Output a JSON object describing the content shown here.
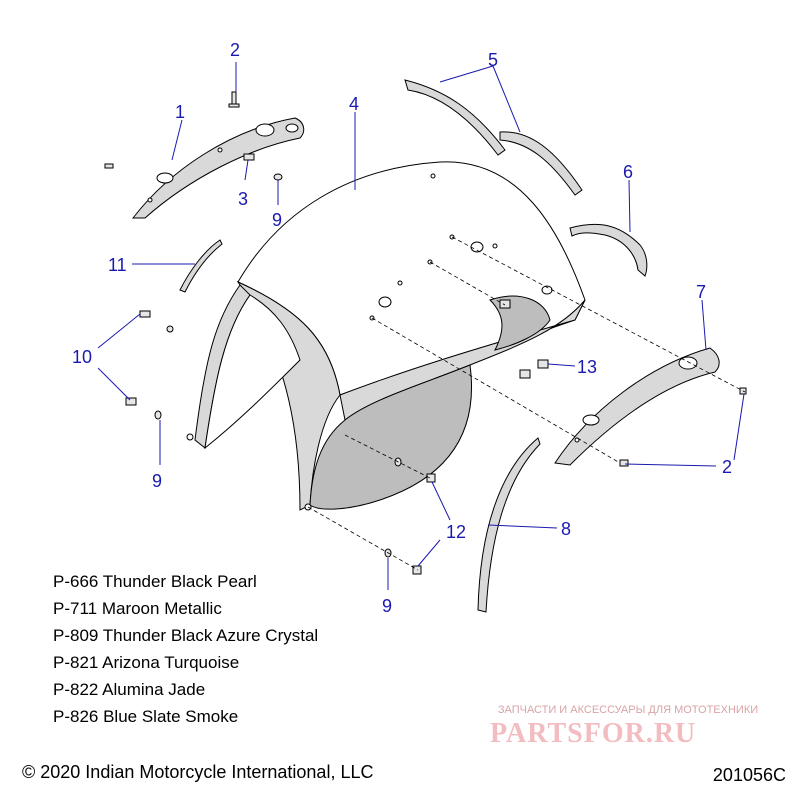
{
  "callouts": {
    "c1": "1",
    "c2a": "2",
    "c2b": "2",
    "c3": "3",
    "c4": "4",
    "c5": "5",
    "c6": "6",
    "c7": "7",
    "c8": "8",
    "c9a": "9",
    "c9b": "9",
    "c9c": "9",
    "c10": "10",
    "c11": "11",
    "c12": "12",
    "c13": "13"
  },
  "legend": [
    "P-666 Thunder Black Pearl",
    "P-711 Maroon Metallic",
    "P-809 Thunder Black Azure Crystal",
    "P-821 Arizona Turquoise",
    "P-822 Alumina Jade",
    "P-826 Blue Slate Smoke"
  ],
  "copyright": "© 2020 Indian Motorcycle International, LLC",
  "figure_id": "201056C",
  "watermark": {
    "tagline": "ЗАПЧАСТИ И АКСЕССУАРЫ ДЛЯ МОТОТЕХНИКИ",
    "logo": "PARTSFOR.RU"
  },
  "colors": {
    "callout": "#1a1ab0",
    "line": "#000000",
    "watermark": "#f2bcc0"
  }
}
